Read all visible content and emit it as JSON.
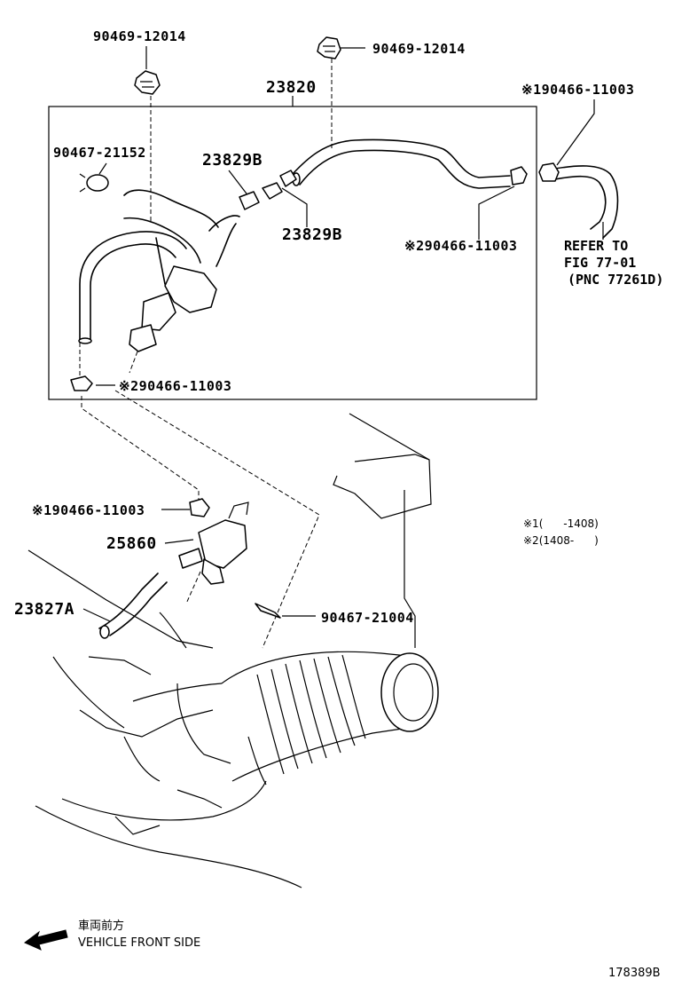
{
  "parts": {
    "clip_top_left": "90469-12014",
    "clip_top_right": "90469-12014",
    "hose_assembly": "23820",
    "hose_clamp_top_right": "90466-11003",
    "hose_clamp_top_right_mark": "※1",
    "ring_left": "90467-21152",
    "joint_upper": "23829B",
    "joint_lower": "23829B",
    "hose_clamp_mid_right": "90466-11003",
    "hose_clamp_mid_right_mark": "※2",
    "hose_clamp_box_bottom": "90466-11003",
    "hose_clamp_box_bottom_mark": "※2",
    "hose_clamp_vsv": "90466-11003",
    "hose_clamp_vsv_mark": "※1",
    "vsv_valve": "25860",
    "hose_lower_left": "23827A",
    "clip_lower": "90467-21004"
  },
  "reference": {
    "line1": "REFER TO",
    "line2": "FIG 77-01",
    "line3": "(PNC 77261D)"
  },
  "notes": {
    "note1_mark": "※1",
    "note1_range": "(      -1408)",
    "note2_mark": "※2",
    "note2_range": "(1408-      )"
  },
  "footer": {
    "direction_jp": "車両前方",
    "direction_en": "VEHICLE FRONT SIDE",
    "diagram_id": "178389B"
  }
}
